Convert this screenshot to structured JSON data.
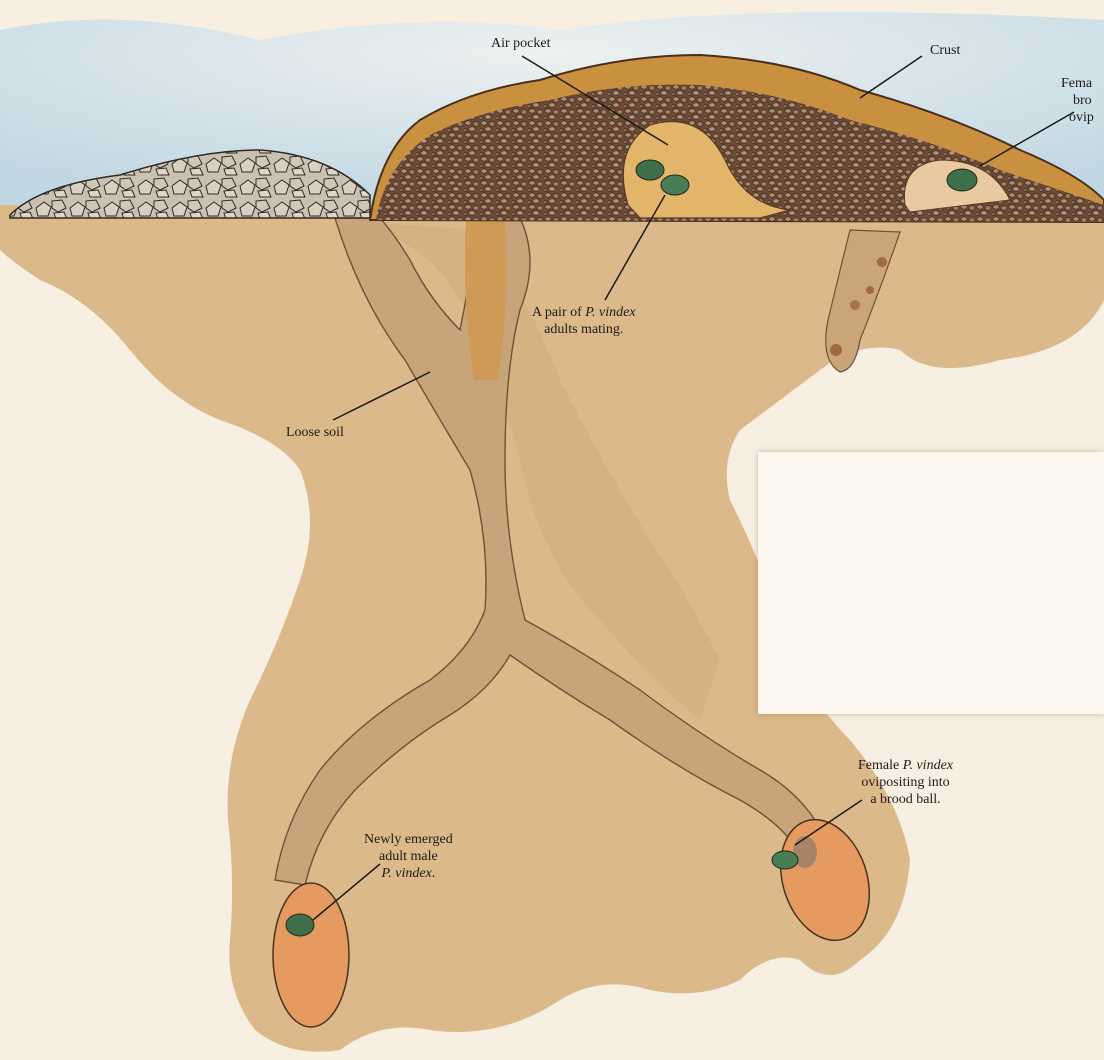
{
  "labels": {
    "air_pocket": "Air pocket",
    "crust": "Crust",
    "female_top": {
      "line1": "Fema",
      "line2": "bro",
      "line3": "ovip"
    },
    "mating": {
      "line1_pre": "A pair of ",
      "line1_italic": "P. vindex",
      "line2": "adults mating."
    },
    "loose_soil": "Loose soil",
    "female_bottom": {
      "line1_pre": "Female ",
      "line1_italic": "P. vindex",
      "line2": "ovipositing into",
      "line3": "a brood ball."
    },
    "newly_emerged": {
      "line1": "Newly emerged",
      "line2": "adult male",
      "line3_italic": "P. vindex",
      "line3_post": "."
    }
  },
  "colors": {
    "sky": "#b9d3e3",
    "soil": "#dcb98a",
    "tunnel": "#c9a57c",
    "dung": "#6f4a33",
    "crust": "#c9913f",
    "air_pocket": "#e3b56a",
    "brood_ball": "#e59a60",
    "beetle": "#3e6f4a"
  }
}
